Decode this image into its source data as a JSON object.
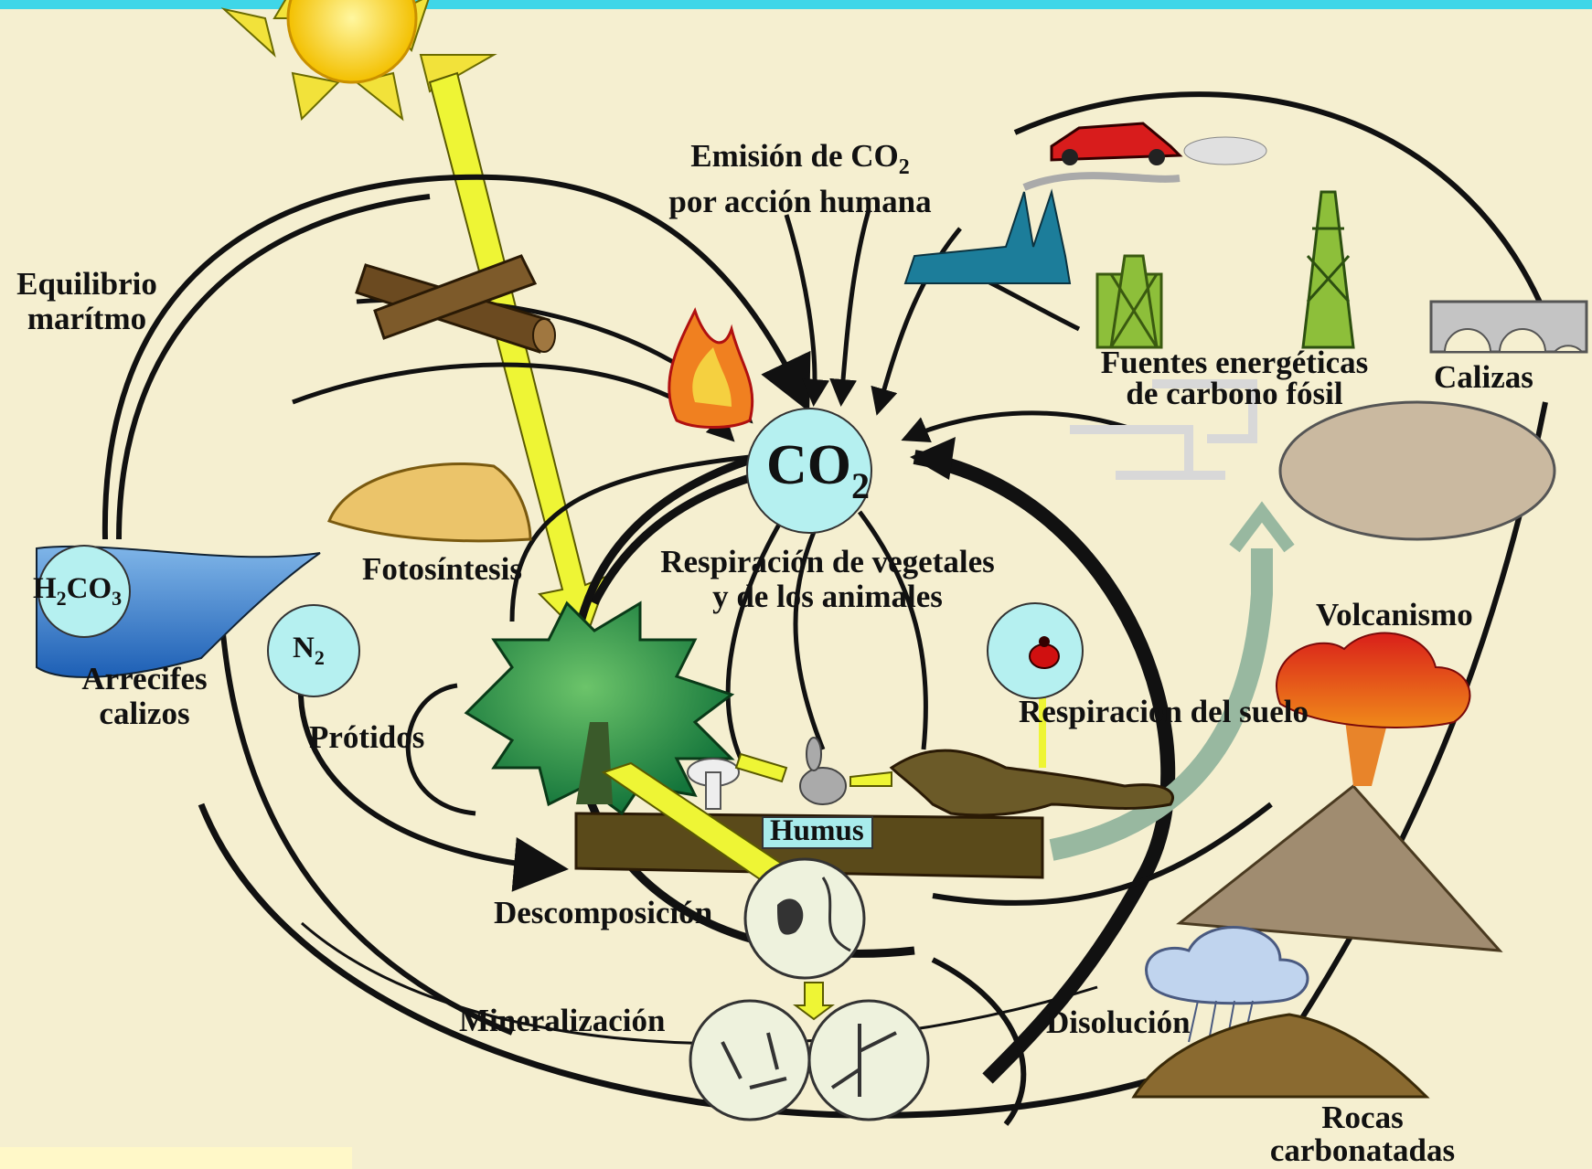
{
  "labels": {
    "equilibrio": [
      "Equilibrio",
      "marítmo"
    ],
    "emision": [
      "Emisión de CO",
      "2",
      "por acción humana"
    ],
    "fuentes": [
      "Fuentes energéticas",
      "de carbono fósil"
    ],
    "calizas": "Calizas",
    "fotosintesis": "Fotosíntesis",
    "respiracion_veg": [
      "Respiración de vegetales",
      "y de los animales"
    ],
    "volcanismo": "Volcanismo",
    "arrecifes": [
      "Arrecifes",
      "calizos"
    ],
    "protidos": "Prótidos",
    "respiracion_suelo": "Respiración del suelo",
    "humus": "Humus",
    "descomposicion": "Descomposición",
    "mineralizacion": "Mineralización",
    "disolucion": "Disolución",
    "rocas": [
      "Rocas",
      "carbonatadas"
    ]
  },
  "chem": {
    "co2": [
      "CO",
      "2"
    ],
    "h2co3": [
      "H",
      "2",
      "CO",
      "3"
    ],
    "n2": [
      "N",
      "2"
    ]
  },
  "colors": {
    "background": "#f5efd0",
    "top_bar": "#3fd6e8",
    "bubble": "#b5f0f0",
    "arrow": "#111111",
    "sun_beam": "#eef535",
    "tree": "#2f9a4a",
    "soil": "#5a4a1a"
  }
}
